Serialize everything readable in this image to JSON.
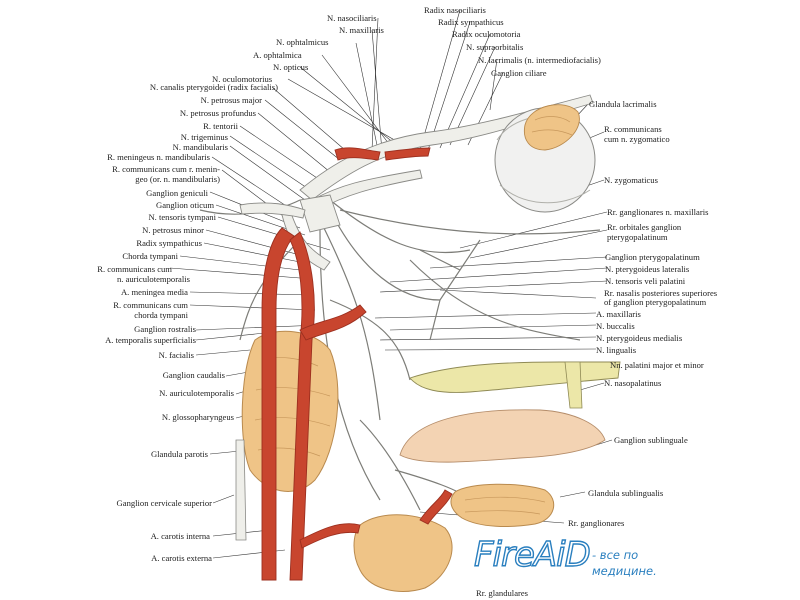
{
  "left_labels": [
    "N. canalis pterygoidei (radix facialis)",
    "N. petrosus major",
    "N. petrosus profundus",
    "R. tentorii",
    "N. trigeminus",
    "N. mandibularis",
    "R. meningeus n. mandibularis",
    "R. communicans cum r. menin-",
    "geo (or. n. mandibularis)",
    "Ganglion geniculi",
    "Ganglion oticum",
    "N. tensoris tympani",
    "N. petrosus minor",
    "Radix sympathicus",
    "Chorda tympani",
    "R. communicans cum",
    "n. auriculotemporalis",
    "A. meningea media",
    "R. communicans cum",
    "chorda tympani",
    "Ganglion rostralis",
    "A. temporalis superficialis",
    "N. facialis",
    "Ganglion caudalis",
    "N. auriculotemporalis",
    "N. glossopharyngeus",
    "Glandula parotis",
    "Ganglion cervicale superior",
    "A. carotis interna",
    "A. carotis externa"
  ],
  "top_labels": [
    "N. nasociliaris",
    "N. maxillaris",
    "N. ophtalmicus",
    "A. ophtalmica",
    "N. opticus",
    "N. oculomotorius",
    "Radix nasociliaris",
    "Radix sympathicus",
    "Radix oculomotoria",
    "N. supraorbitalis",
    "N. lacrimalis (n. intermediofacialis)",
    "Ganglion ciliare"
  ],
  "right_labels": [
    "Glandula lacrimalis",
    "R. communicans",
    "cum n. zygomatico",
    "N. zygomaticus",
    "Rr. ganglionares n. maxillaris",
    "Rr. orbitales ganglion",
    "pterygopalatinum",
    "Ganglion pterygopalatinum",
    "N. pterygoideus lateralis",
    "N. tensoris veli palatini",
    "Rr. nasalis posteriores superiores",
    "of ganglion pterygopalatinum",
    "A. maxillaris",
    "N. buccalis",
    "N. pterygoideus medialis",
    "N. lingualis",
    "Nn. palatini major et minor",
    "N. nasopalatinus",
    "Ganglion sublinguale",
    "Glandula sublingualis",
    "Rr. ganglionares",
    "Rr. glandulares"
  ],
  "watermark": {
    "brand": "FireAiD",
    "tag_line1": "- все по",
    "tag_line2": "медицине."
  },
  "colors": {
    "artery": "#c8452e",
    "artery_dark": "#9c2f1f",
    "nerve": "#efefea",
    "nerve_stroke": "#8a8a86",
    "gland": "#efc487",
    "gland_stroke": "#b98a4e",
    "bone": "#ece7a8",
    "tongue": "#f3d3b3",
    "eye": "#f1f1f0",
    "watermark_blue": "#2a7fbf"
  }
}
